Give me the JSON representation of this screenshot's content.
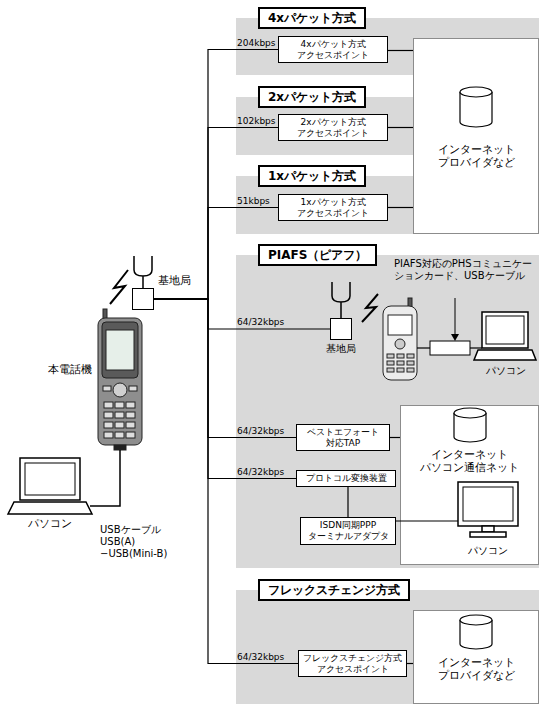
{
  "diagram": {
    "nodes": [
      {
        "text": [
          "4xパケット方式"
        ]
      },
      {
        "text": [
          "4xパケット方式 アクセスポイント"
        ],
        "in": 0
      },
      {
        "text": [
          "2xパケット方式"
        ]
      },
      {
        "text": [
          "2xパケット方式 アクセスポイント"
        ],
        "in": 2
      },
      {
        "text": [
          "1xパケット方式"
        ]
      },
      {
        "text": [
          "1xパケット方式 アクセスポイント"
        ],
        "in": 4
      },
      {
        "text": [
          "インターネット プロバイダなど"
        ]
      },
      {
        "text": [
          "PIAFS（ピアフ）"
        ]
      },
      {
        "text": [
          "基地局"
        ],
        "in": 7
      },
      {
        "text": [
          "ベストエフォート 対応TAP"
        ],
        "in": 7
      },
      {
        "text": [
          "インターネット パソコン通信ネット"
        ],
        "in": 7
      },
      {
        "text": [
          "プロトコル変換装置"
        ],
        "in": 7
      },
      {
        "text": [
          "ISDN同期PPP ターミナルアダプタ"
        ],
        "in": 7
      },
      {
        "text": [
          "フレックスチェンジ方式"
        ]
      },
      {
        "text": [
          "フレックスチェンジ方式 アクセスポイント"
        ],
        "in": 13
      },
      {
        "text": [
          "インターネット プロバイダなど"
        ],
        "in": 13
      },
      {
        "text": [
          "基地局"
        ]
      }
    ],
    "edges": [
      {
        "from": 16,
        "to": 1,
        "arrow": "none",
        "label": "204kbps"
      },
      {
        "from": 16,
        "to": 3,
        "arrow": "none",
        "label": "102kbps"
      },
      {
        "from": 16,
        "to": 5,
        "arrow": "none",
        "label": "51kbps"
      },
      {
        "from": 16,
        "to": 8,
        "arrow": "none",
        "label": "64/32kbps"
      },
      {
        "from": 16,
        "to": 9,
        "arrow": "none",
        "label": "64/32kbps"
      },
      {
        "from": 16,
        "to": 11,
        "arrow": "none",
        "label": "64/32kbps"
      },
      {
        "from": 16,
        "to": 14,
        "arrow": "none",
        "label": "64/32kbps"
      },
      {
        "from": 1,
        "to": 6,
        "arrow": "none"
      },
      {
        "from": 3,
        "to": 6,
        "arrow": "none"
      },
      {
        "from": 5,
        "to": 6,
        "arrow": "none"
      },
      {
        "from": 9,
        "to": 10,
        "arrow": "none"
      },
      {
        "from": 11,
        "to": 12,
        "arrow": "none"
      },
      {
        "from": 14,
        "to": 15,
        "arrow": "none"
      }
    ],
    "labels": [
      "本電話機",
      "パソコン",
      "USBケーブル USB(A) −USB(Mini-B)",
      "PIAFS対応のPHSコミュニケーションカード、USBケーブル",
      "パソコン",
      "パソコン"
    ]
  }
}
